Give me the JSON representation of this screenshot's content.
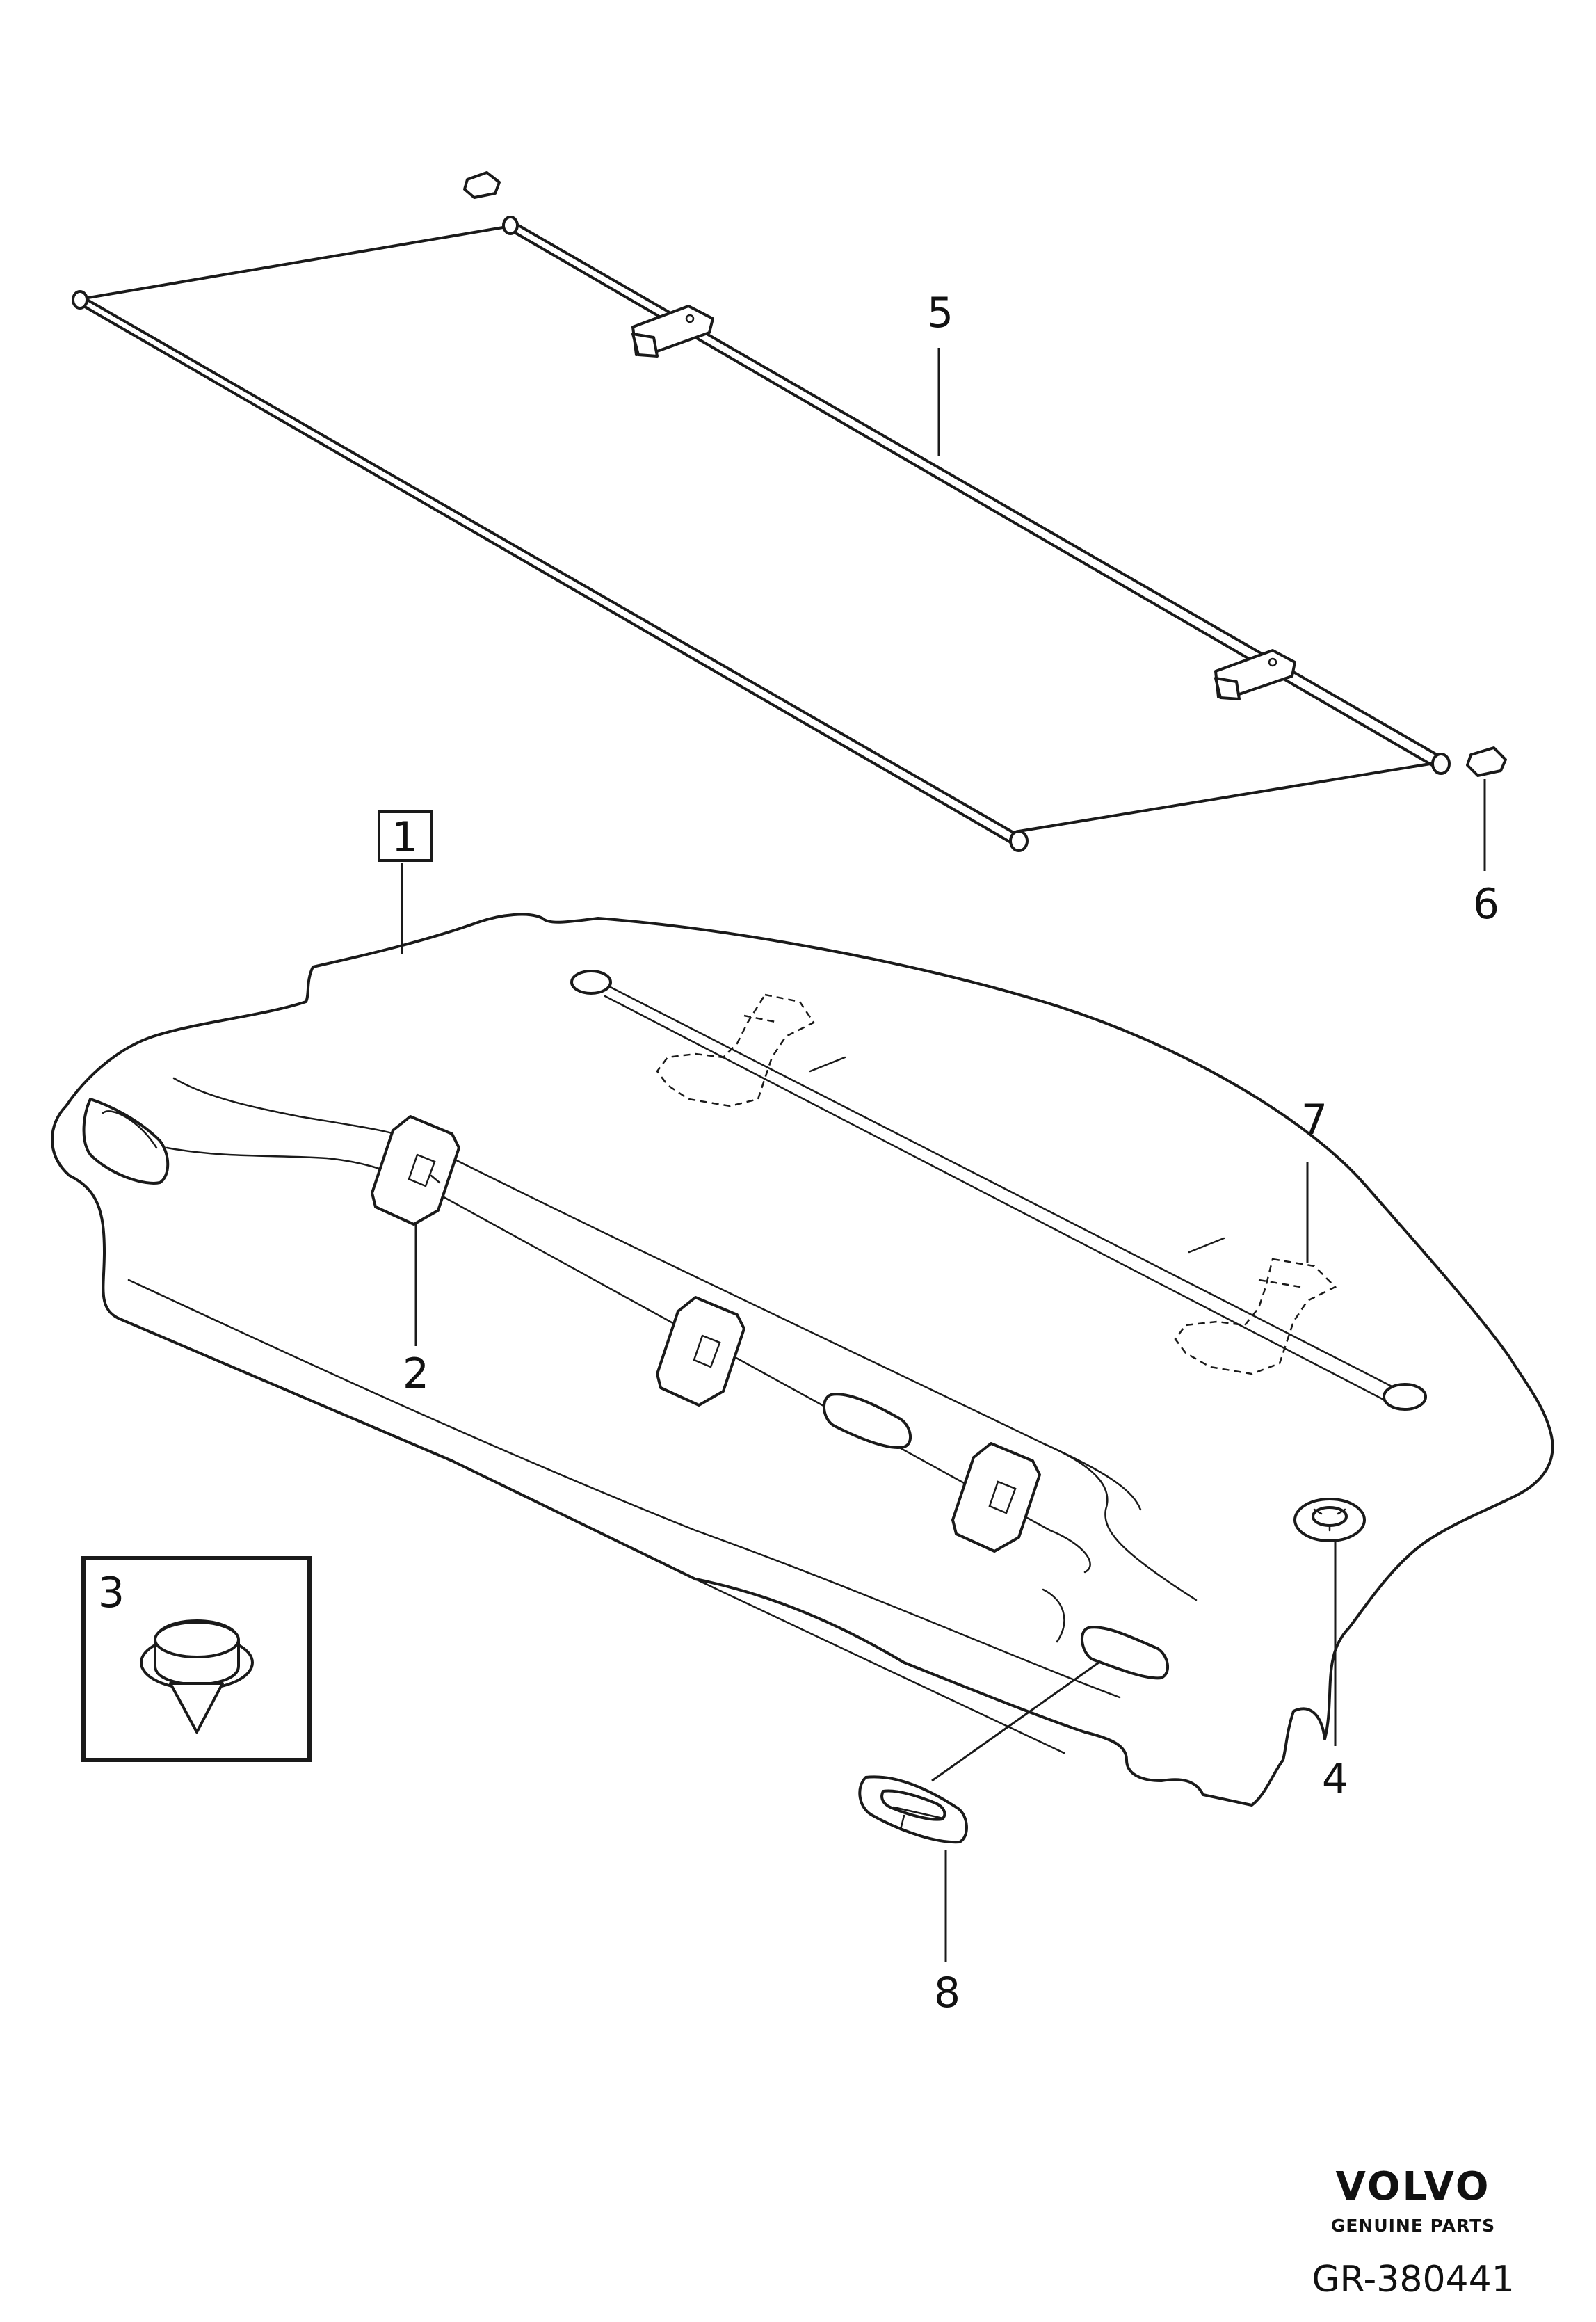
{
  "callouts": {
    "c1": "1",
    "c2": "2",
    "c3": "3",
    "c4": "4",
    "c5": "5",
    "c6": "6",
    "c7": "7",
    "c8": "8"
  },
  "branding": {
    "logo_text": "VOLVO",
    "logo_sub": "GENUINE PARTS"
  },
  "diagram_code": "GR-380441",
  "colors": {
    "line": "#1a1a1a",
    "background": "#ffffff"
  }
}
